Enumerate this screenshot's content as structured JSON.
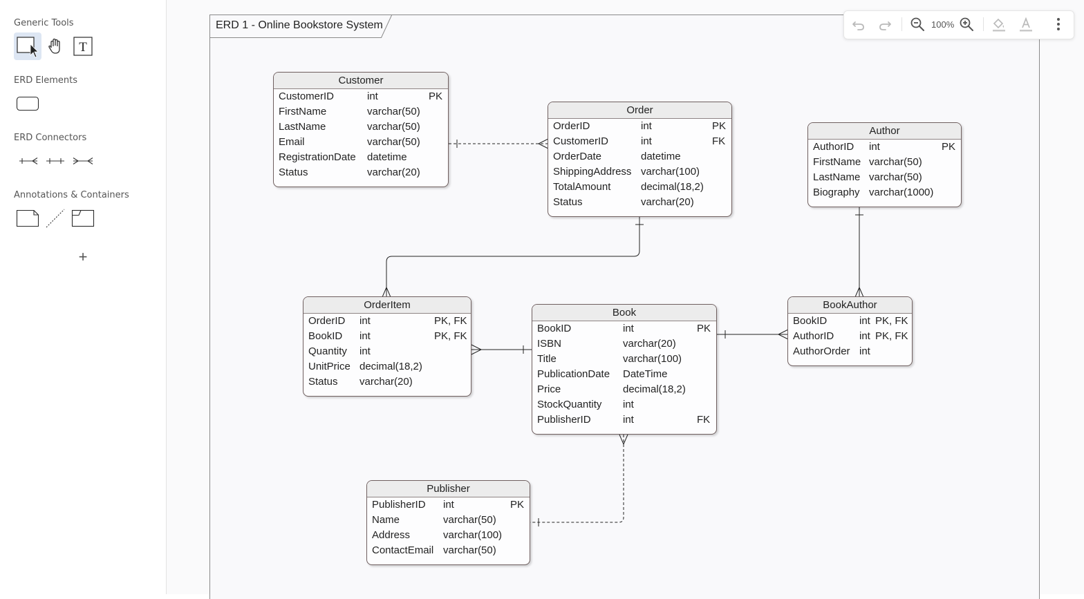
{
  "palette": {
    "sections": [
      {
        "title": "Generic Tools",
        "tools": [
          "select-tool",
          "pan-tool",
          "text-tool"
        ]
      },
      {
        "title": "ERD Elements",
        "tools": [
          "entity-tool"
        ]
      },
      {
        "title": "ERD Connectors",
        "tools": [
          "one-to-many-connector",
          "one-to-one-connector",
          "many-to-many-connector"
        ]
      },
      {
        "title": "Annotations & Containers",
        "tools": [
          "note-tool",
          "dashed-line-tool",
          "frame-tool"
        ]
      }
    ],
    "add_label": "+"
  },
  "diagram": {
    "frame_title": "ERD 1 - Online Bookstore System",
    "entities": {
      "customer": {
        "name": "Customer",
        "rows": [
          [
            "CustomerID",
            "int",
            "PK"
          ],
          [
            "FirstName",
            "varchar(50)",
            ""
          ],
          [
            "LastName",
            "varchar(50)",
            ""
          ],
          [
            "Email",
            "varchar(50)",
            ""
          ],
          [
            "RegistrationDate",
            "datetime",
            ""
          ],
          [
            "Status",
            "varchar(20)",
            ""
          ]
        ]
      },
      "order": {
        "name": "Order",
        "rows": [
          [
            "OrderID",
            "int",
            "PK"
          ],
          [
            "CustomerID",
            "int",
            "FK"
          ],
          [
            "OrderDate",
            "datetime",
            ""
          ],
          [
            "ShippingAddress",
            "varchar(100)",
            ""
          ],
          [
            "TotalAmount",
            "decimal(18,2)",
            ""
          ],
          [
            "Status",
            "varchar(20)",
            ""
          ]
        ]
      },
      "author": {
        "name": "Author",
        "rows": [
          [
            "AuthorID",
            "int",
            "PK"
          ],
          [
            "FirstName",
            "varchar(50)",
            ""
          ],
          [
            "LastName",
            "varchar(50)",
            ""
          ],
          [
            "Biography",
            "varchar(1000)",
            ""
          ]
        ]
      },
      "orderitem": {
        "name": "OrderItem",
        "rows": [
          [
            "OrderID",
            "int",
            "PK, FK"
          ],
          [
            "BookID",
            "int",
            "PK, FK"
          ],
          [
            "Quantity",
            "int",
            ""
          ],
          [
            "UnitPrice",
            "decimal(18,2)",
            ""
          ],
          [
            "Status",
            "varchar(20)",
            ""
          ]
        ]
      },
      "book": {
        "name": "Book",
        "rows": [
          [
            "BookID",
            "int",
            "PK"
          ],
          [
            "ISBN",
            "varchar(20)",
            ""
          ],
          [
            "Title",
            "varchar(100)",
            ""
          ],
          [
            "PublicationDate",
            "DateTime",
            ""
          ],
          [
            "Price",
            "decimal(18,2)",
            ""
          ],
          [
            "StockQuantity",
            "int",
            ""
          ],
          [
            "PublisherID",
            "int",
            "FK"
          ]
        ]
      },
      "bookauthor": {
        "name": "BookAuthor",
        "rows": [
          [
            "BookID",
            "int",
            "PK, FK"
          ],
          [
            "AuthorID",
            "int",
            "PK, FK"
          ],
          [
            "AuthorOrder",
            "int",
            ""
          ]
        ]
      },
      "publisher": {
        "name": "Publisher",
        "rows": [
          [
            "PublisherID",
            "int",
            "PK"
          ],
          [
            "Name",
            "varchar(50)",
            ""
          ],
          [
            "Address",
            "varchar(100)",
            ""
          ],
          [
            "ContactEmail",
            "varchar(50)",
            ""
          ]
        ]
      }
    }
  },
  "toolbar": {
    "zoom_level": "100%",
    "buttons": [
      "undo-icon",
      "redo-icon",
      "zoom-out-icon",
      "zoom-in-icon",
      "fill-color-icon",
      "text-color-icon",
      "more-options-icon"
    ]
  }
}
